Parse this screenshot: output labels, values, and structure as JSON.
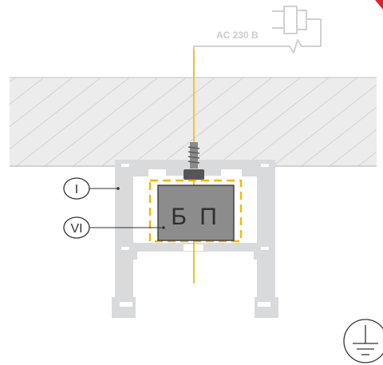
{
  "power_label": "AC 230 B",
  "callouts": {
    "profile": "I",
    "driver": "VI"
  },
  "driver_box_label": "Б П",
  "icons": {
    "plug": "power-plug-icon",
    "ground": "ground-symbol-icon",
    "screw": "screw-icon"
  },
  "colors": {
    "wire": "#f5b800",
    "profile": "#d9dadb",
    "driver_box": "#8c8c8c",
    "hatch": "#c8c8c8",
    "outline": "#333333",
    "dashed_frame": "#f5b800",
    "corner_mark": "#e3202a"
  }
}
